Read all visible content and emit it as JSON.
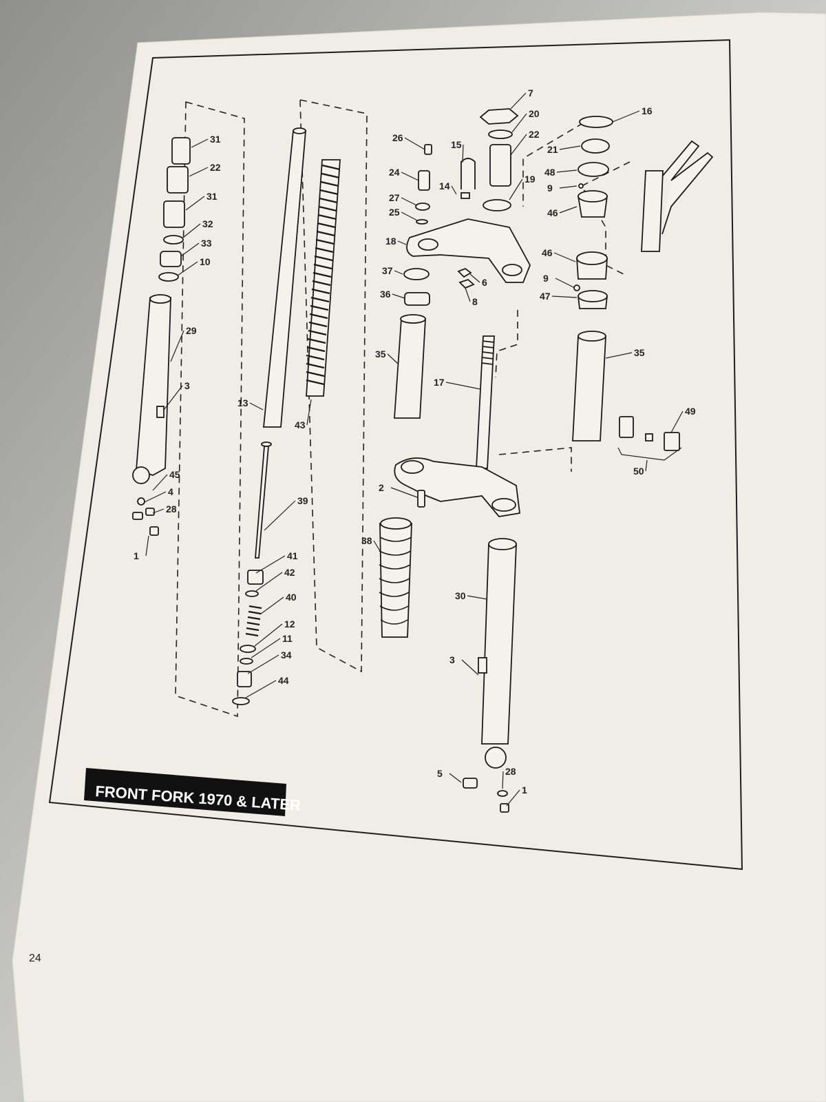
{
  "title": "FRONT FORK 1970 & LATER",
  "page_number": "24",
  "callouts": [
    "31",
    "22",
    "31",
    "32",
    "33",
    "10",
    "29",
    "3",
    "45",
    "4",
    "28",
    "1",
    "13",
    "43",
    "39",
    "41",
    "42",
    "40",
    "12",
    "11",
    "34",
    "44",
    "26",
    "24",
    "27",
    "25",
    "15",
    "14",
    "18",
    "37",
    "36",
    "35",
    "2",
    "38",
    "7",
    "20",
    "22",
    "19",
    "6",
    "8",
    "17",
    "30",
    "3",
    "5",
    "28",
    "1",
    "16",
    "21",
    "48",
    "9",
    "46",
    "46",
    "9",
    "47",
    "35",
    "49",
    "50"
  ]
}
